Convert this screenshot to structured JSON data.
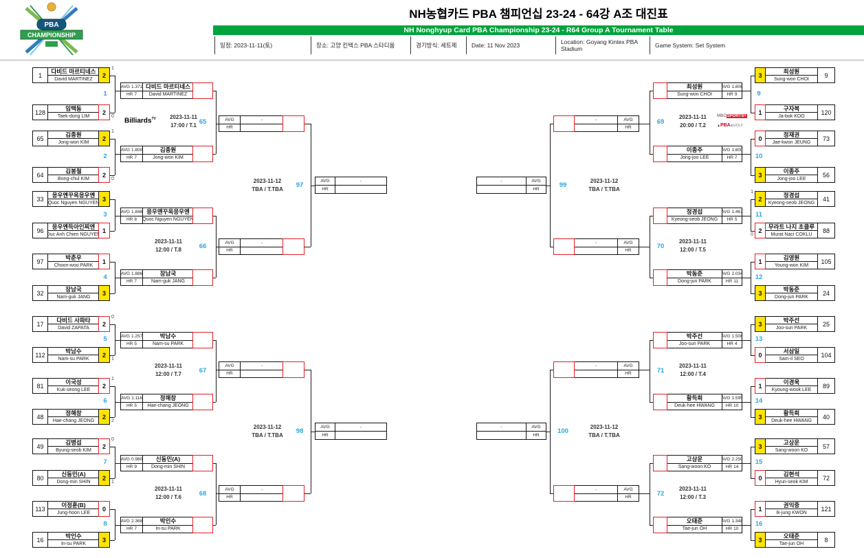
{
  "header": {
    "title_ko": "NH농협카드 PBA 챔피언십 23-24 - 64강 A조 대진표",
    "subtitle_en": "NH Nonghyup Card PBA Championship 23-24 - R64 Group A Tournament Table",
    "info_items": [
      "일정: 2023-11-11(토)",
      "장소: 고양 킨텍스 PBA 스타디움",
      "경기방식: 세트제",
      "Date: 11 Nov 2023",
      "Location: Goyang Kintex PBA Stadium",
      "Game System: Set System"
    ]
  },
  "logo": {
    "pba": "PBA",
    "championship": "CHAMPIONSHIP"
  },
  "broadcast": {
    "billiards": "Billiards",
    "billiards_sup": "TV",
    "mbc_a": "MBC",
    "mbc_b": "SPORTS+",
    "pbagolf_a": "PBA",
    "pbagolf_b": "&GOLF"
  },
  "labels": {
    "avg": "AVG",
    "hr": "HR",
    "dash": "-"
  },
  "colors": {
    "green": "#00a33d",
    "yellow": "#ffe400",
    "red": "#e31e24",
    "blue": "#2aa7e0"
  },
  "r64": [
    {
      "no": "1",
      "players": [
        {
          "seed": "1",
          "ko": "다비드 마르티네스",
          "en": "David MARTINEZ",
          "score": "2",
          "win": true,
          "tb": "1"
        },
        {
          "seed": "128",
          "ko": "임택동",
          "en": "Taek-dong LIM",
          "score": "2",
          "win": false,
          "tb": "0"
        }
      ]
    },
    {
      "no": "2",
      "players": [
        {
          "seed": "65",
          "ko": "김종원",
          "en": "Jong-won KIM",
          "score": "2",
          "win": true,
          "tb": "1"
        },
        {
          "seed": "64",
          "ko": "김봉철",
          "en": "Bong-chul KIM",
          "score": "2",
          "win": false,
          "tb": "0"
        }
      ]
    },
    {
      "no": "3",
      "players": [
        {
          "seed": "33",
          "ko": "응우옌꾸옥응우옌",
          "en": "Quoc Nguyen NGUYEN",
          "score": "3",
          "win": true
        },
        {
          "seed": "96",
          "ko": "응우옌득아인찌엔",
          "en": "Duc Anh Chien NGUYEN",
          "score": "1",
          "win": false
        }
      ]
    },
    {
      "no": "4",
      "players": [
        {
          "seed": "97",
          "ko": "박춘우",
          "en": "Choon-woo PARK",
          "score": "1",
          "win": false
        },
        {
          "seed": "32",
          "ko": "장남국",
          "en": "Nam-guk JANG",
          "score": "3",
          "win": true
        }
      ]
    },
    {
      "no": "5",
      "players": [
        {
          "seed": "17",
          "ko": "다비드 사파타",
          "en": "David ZAPATA",
          "score": "2",
          "win": false,
          "tb": "0"
        },
        {
          "seed": "112",
          "ko": "박남수",
          "en": "Nam-su PARK",
          "score": "2",
          "win": true,
          "tb": "1"
        }
      ]
    },
    {
      "no": "6",
      "players": [
        {
          "seed": "81",
          "ko": "이국성",
          "en": "Kuk-seong LEE",
          "score": "2",
          "win": false,
          "tb": "1"
        },
        {
          "seed": "48",
          "ko": "정해창",
          "en": "Hae-chang JEONG",
          "score": "2",
          "win": true,
          "tb": "2"
        }
      ]
    },
    {
      "no": "7",
      "players": [
        {
          "seed": "49",
          "ko": "김병섭",
          "en": "Byung-seob KIM",
          "score": "2",
          "win": false,
          "tb": "0"
        },
        {
          "seed": "80",
          "ko": "신동민(A)",
          "en": "Dong-min SHIN",
          "score": "2",
          "win": true,
          "tb": "1"
        }
      ]
    },
    {
      "no": "8",
      "players": [
        {
          "seed": "113",
          "ko": "이정훈(B)",
          "en": "Jung-hoon LEE",
          "score": "0",
          "win": false
        },
        {
          "seed": "16",
          "ko": "박인수",
          "en": "In-su PARK",
          "score": "3",
          "win": true
        }
      ]
    },
    {
      "no": "9",
      "players": [
        {
          "seed": "9",
          "ko": "최성원",
          "en": "Sung-won CHOI",
          "score": "3",
          "win": true
        },
        {
          "seed": "120",
          "ko": "구자복",
          "en": "Ja-bok KOO",
          "score": "1",
          "win": false
        }
      ]
    },
    {
      "no": "10",
      "players": [
        {
          "seed": "73",
          "ko": "정재권",
          "en": "Jae-kwon JEUNG",
          "score": "0",
          "win": false
        },
        {
          "seed": "56",
          "ko": "이종주",
          "en": "Jong-joo LEE",
          "score": "3",
          "win": true
        }
      ]
    },
    {
      "no": "11",
      "players": [
        {
          "seed": "41",
          "ko": "정경섭",
          "en": "Kyeong-seob JEONG",
          "score": "2",
          "win": true,
          "tb": "1"
        },
        {
          "seed": "88",
          "ko": "무라트 나지 초클루",
          "en": "Murat Naci COKLU",
          "score": "2",
          "win": false,
          "tb": "0"
        }
      ]
    },
    {
      "no": "12",
      "players": [
        {
          "seed": "105",
          "ko": "김영원",
          "en": "Young-won KIM",
          "score": "1",
          "win": false
        },
        {
          "seed": "24",
          "ko": "박동준",
          "en": "Dong-jun PARK",
          "score": "3",
          "win": true
        }
      ]
    },
    {
      "no": "13",
      "players": [
        {
          "seed": "25",
          "ko": "박주선",
          "en": "Joo-sun PARK",
          "score": "3",
          "win": true
        },
        {
          "seed": "104",
          "ko": "서삼일",
          "en": "Sam-il SEO",
          "score": "0",
          "win": false
        }
      ]
    },
    {
      "no": "14",
      "players": [
        {
          "seed": "89",
          "ko": "이경욱",
          "en": "Kyoung-wook LEE",
          "score": "1",
          "win": false
        },
        {
          "seed": "40",
          "ko": "황득희",
          "en": "Deuk-hee HWANG",
          "score": "3",
          "win": true
        }
      ]
    },
    {
      "no": "15",
      "players": [
        {
          "seed": "57",
          "ko": "고상운",
          "en": "Sang-woon KO",
          "score": "3",
          "win": true
        },
        {
          "seed": "72",
          "ko": "김현석",
          "en": "Hyun-seok KIM",
          "score": "0",
          "win": false
        }
      ]
    },
    {
      "no": "16",
      "players": [
        {
          "seed": "121",
          "ko": "권익중",
          "en": "Ik-jung KWON",
          "score": "1",
          "win": false
        },
        {
          "seed": "8",
          "ko": "오태준",
          "en": "Tae-jun OH",
          "score": "3",
          "win": true
        }
      ]
    }
  ],
  "r32": [
    {
      "no": "65",
      "date": "2023-11-11",
      "time": "17:00 / T.1",
      "tv": "billiards",
      "entries": [
        {
          "ko": "다비드 마르티네스",
          "en": "David MARTINEZ",
          "avg": "1.371",
          "hr": "7"
        },
        {
          "ko": "김종원",
          "en": "Jong-won KIM",
          "avg": "1.800",
          "hr": "7"
        }
      ]
    },
    {
      "no": "66",
      "date": "2023-11-11",
      "time": "12:00 / T.8",
      "tv": "",
      "entries": [
        {
          "ko": "응우옌꾸옥응우옌",
          "en": "Quoc Nguyen NGUYEN",
          "avg": "1.848",
          "hr": "8"
        },
        {
          "ko": "장남국",
          "en": "Nam-guk JANG",
          "avg": "1.886",
          "hr": "7"
        }
      ]
    },
    {
      "no": "67",
      "date": "2023-11-11",
      "time": "12:00 / T.7",
      "tv": "",
      "entries": [
        {
          "ko": "박남수",
          "en": "Nam-su PARK",
          "avg": "1.257",
          "hr": "5"
        },
        {
          "ko": "정해창",
          "en": "Hae-chang JEONG",
          "avg": "1.116",
          "hr": "5"
        }
      ]
    },
    {
      "no": "68",
      "date": "2023-11-11",
      "time": "12:00 / T.6",
      "tv": "",
      "entries": [
        {
          "ko": "신동민(A)",
          "en": "Dong-min SHIN",
          "avg": "0.980",
          "hr": "9"
        },
        {
          "ko": "박인수",
          "en": "In-su PARK",
          "avg": "2.368",
          "hr": "7"
        }
      ]
    },
    {
      "no": "69",
      "date": "2023-11-11",
      "time": "20:00 / T.2",
      "tv": "mbc",
      "entries": [
        {
          "ko": "최성원",
          "en": "Sung-won CHOI",
          "avg": "1.808",
          "hr": "9"
        },
        {
          "ko": "이종주",
          "en": "Jong-joo LEE",
          "avg": "1.800",
          "hr": "7"
        }
      ]
    },
    {
      "no": "70",
      "date": "2023-11-11",
      "time": "12:00 / T.5",
      "tv": "",
      "entries": [
        {
          "ko": "정경섭",
          "en": "Kyeong-seob JEONG",
          "avg": "1.467",
          "hr": "5"
        },
        {
          "ko": "박동준",
          "en": "Dong-jun PARK",
          "avg": "2.034",
          "hr": "11"
        }
      ]
    },
    {
      "no": "71",
      "date": "2023-11-11",
      "time": "12:00 / T.4",
      "tv": "",
      "entries": [
        {
          "ko": "박주선",
          "en": "Joo-sun PARK",
          "avg": "1.508",
          "hr": "4"
        },
        {
          "ko": "황득희",
          "en": "Deuk-hee HWANG",
          "avg": "1.595",
          "hr": "10"
        }
      ]
    },
    {
      "no": "72",
      "date": "2023-11-11",
      "time": "12:00 / T.3",
      "tv": "",
      "entries": [
        {
          "ko": "고상운",
          "en": "Sang-woon KO",
          "avg": "2.250",
          "hr": "14"
        },
        {
          "ko": "오태준",
          "en": "Tae-jun OH",
          "avg": "1.348",
          "hr": "10"
        }
      ]
    }
  ],
  "r16": [
    {
      "no": "97",
      "date": "2023-11-12",
      "time": "TBA / T.TBA"
    },
    {
      "no": "98",
      "date": "2023-11-12",
      "time": "TBA / T.TBA"
    },
    {
      "no": "99",
      "date": "2023-11-12",
      "time": "TBA / T.TBA"
    },
    {
      "no": "100",
      "date": "2023-11-12",
      "time": "TBA / T.TBA"
    }
  ]
}
